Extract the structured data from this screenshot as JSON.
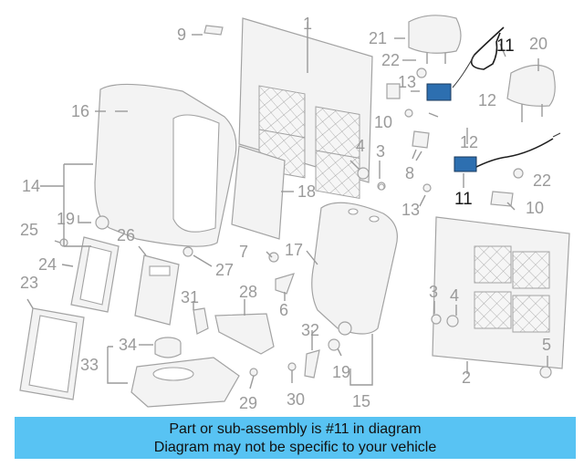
{
  "diagram": {
    "callouts": [
      "1",
      "2",
      "3",
      "4",
      "5",
      "6",
      "7",
      "8",
      "9",
      "10",
      "11",
      "12",
      "13",
      "14",
      "15",
      "16",
      "17",
      "18",
      "19",
      "20",
      "21",
      "22",
      "23",
      "24",
      "25",
      "26",
      "27",
      "28",
      "29",
      "30",
      "31",
      "32",
      "33",
      "34"
    ],
    "highlighted_part": "11",
    "highlight_color": "#2d6fb0"
  },
  "banner": {
    "line1": "Part or sub-assembly is #11 in diagram",
    "line2": "Diagram may not be specific to your vehicle",
    "background": "#58c3f3"
  }
}
